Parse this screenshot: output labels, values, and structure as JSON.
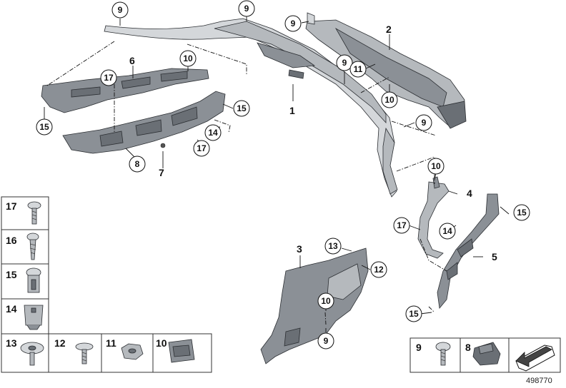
{
  "diagram": {
    "doc_id": "498770",
    "main_parts": [
      {
        "key": "p1",
        "label": "1"
      },
      {
        "key": "p2",
        "label": "2"
      },
      {
        "key": "p3",
        "label": "3"
      },
      {
        "key": "p4",
        "label": "4"
      },
      {
        "key": "p5",
        "label": "5"
      },
      {
        "key": "p6",
        "label": "6"
      },
      {
        "key": "p7",
        "label": "7"
      }
    ],
    "callouts": {
      "c9a": "9",
      "c9b": "9",
      "c9c": "9",
      "c9d": "9",
      "c9e": "9",
      "c9f": "9",
      "c10a": "10",
      "c10b": "10",
      "c10c": "10",
      "c10d": "10",
      "c11a": "11",
      "c17a": "17",
      "c17b": "17",
      "c17c": "17",
      "c15a": "15",
      "c15b": "15",
      "c15c": "15",
      "c15d": "15",
      "c14a": "14",
      "c14b": "14",
      "c8a": "8",
      "c13a": "13",
      "c12a": "12"
    },
    "fastener_grid": {
      "left_column": [
        "17",
        "16",
        "15",
        "14"
      ],
      "bottom_row": [
        "13",
        "12",
        "11",
        "10"
      ],
      "right_panel": [
        "9",
        "8"
      ]
    },
    "icons": [
      "arrow-icon"
    ]
  }
}
